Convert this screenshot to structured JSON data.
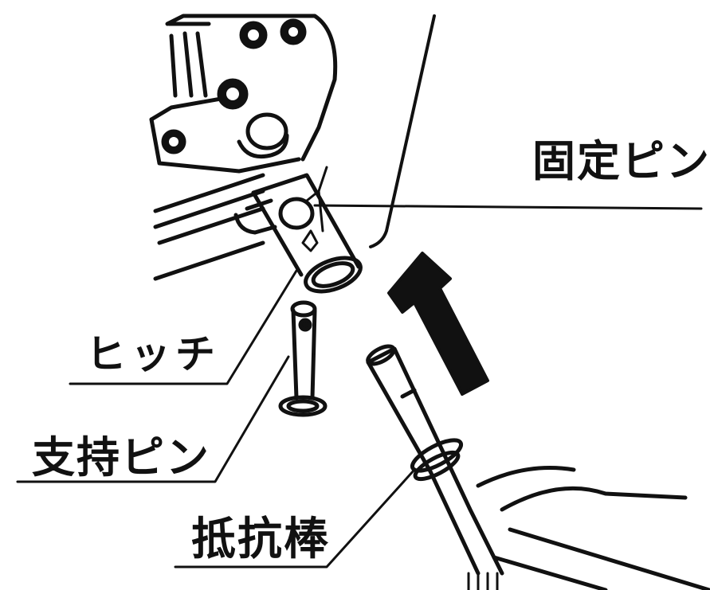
{
  "labels": {
    "fixing_pin": "固定ピン",
    "hitch": "ヒッチ",
    "support_pin": "支持ピン",
    "resistance_rod": "抵抗棒"
  },
  "colors": {
    "ink": "#111111",
    "paper": "#ffffff"
  }
}
